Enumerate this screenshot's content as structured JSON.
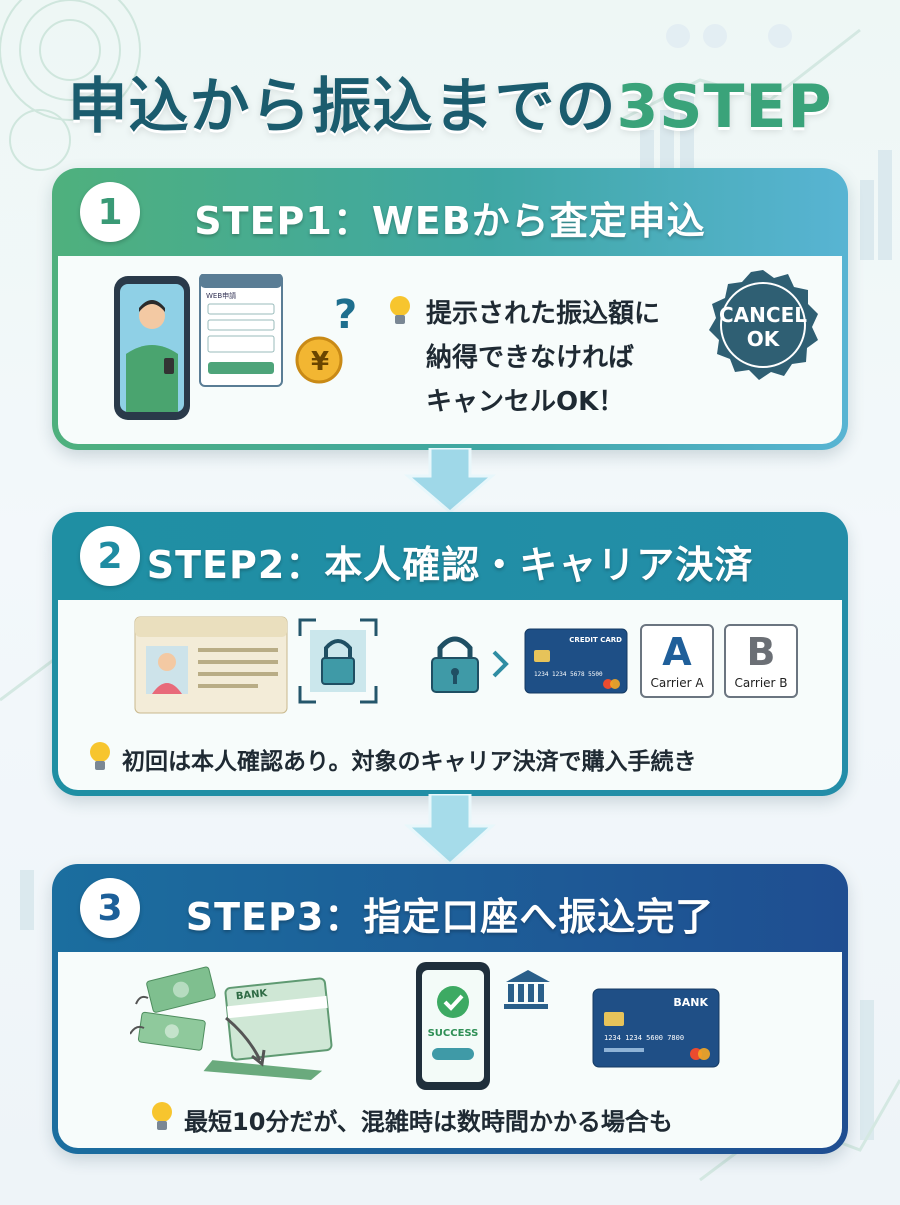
{
  "title": {
    "main": "申込から振込までの",
    "accent": "3STEP"
  },
  "steps": [
    {
      "number": "1",
      "title": "STEP1：WEBから査定申込",
      "form_label": "WEB申請",
      "tip_lines": [
        "提示された振込額に",
        "納得できなければ",
        "キャンセルOK！"
      ],
      "stamp_line1": "CANCEL",
      "stamp_line2": "OK",
      "ok_button": "OK"
    },
    {
      "number": "2",
      "title": "STEP2：本人確認・キャリア決済",
      "card_label": "CREDIT CARD",
      "card_number": "1234  1234  5678  5500",
      "carriers": [
        {
          "letter": "A",
          "name": "Carrier A"
        },
        {
          "letter": "B",
          "name": "Carrier B"
        }
      ],
      "tip": "初回は本人確認あり。対象のキャリア決済で購入手続き"
    },
    {
      "number": "3",
      "title": "STEP3：指定口座へ振込完了",
      "bankbook_label": "BANK",
      "success_label": "SUCCESS",
      "bank_card_label": "BANK",
      "bank_card_number": "1234  1234  5600  7800",
      "tip": "最短10分だが、混雑時は数時間かかる場合も"
    }
  ],
  "colors": {
    "title": "#1b5c6e",
    "accent": "#3aa37a",
    "step1": "#4fb07d",
    "step2": "#1f8fa3",
    "step3": "#1b6e9f"
  }
}
